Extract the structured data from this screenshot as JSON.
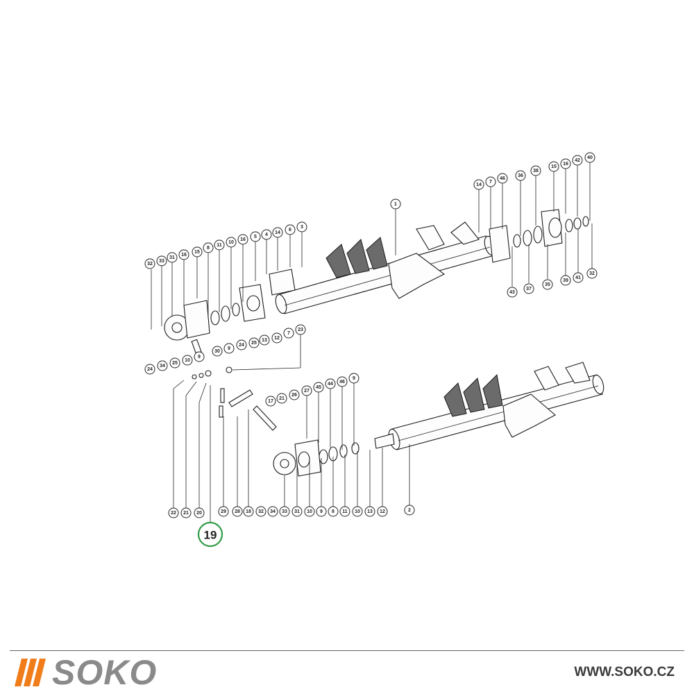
{
  "brand": {
    "name": "SOKO",
    "url": "WWW.SOKO.CZ",
    "accent_color": "#f07d1a",
    "text_color": "#8a8a8a"
  },
  "highlight": {
    "label": "19",
    "color": "#2f9b45"
  },
  "callouts": [
    {
      "id": "c1",
      "label": "1"
    },
    {
      "id": "c14a",
      "label": "14"
    },
    {
      "id": "c7a",
      "label": "7"
    },
    {
      "id": "c46a",
      "label": "46"
    },
    {
      "id": "c36",
      "label": "36"
    },
    {
      "id": "c38",
      "label": "38"
    },
    {
      "id": "c15a",
      "label": "15"
    },
    {
      "id": "c16a",
      "label": "16"
    },
    {
      "id": "c42",
      "label": "42"
    },
    {
      "id": "c40",
      "label": "40"
    },
    {
      "id": "c43",
      "label": "43"
    },
    {
      "id": "c37",
      "label": "37"
    },
    {
      "id": "c35",
      "label": "35"
    },
    {
      "id": "c39",
      "label": "39"
    },
    {
      "id": "c41",
      "label": "41"
    },
    {
      "id": "c32a",
      "label": "32"
    },
    {
      "id": "c3",
      "label": "3"
    },
    {
      "id": "c6",
      "label": "6"
    },
    {
      "id": "c14b",
      "label": "14"
    },
    {
      "id": "c4",
      "label": "4"
    },
    {
      "id": "c5",
      "label": "5"
    },
    {
      "id": "c16b",
      "label": "16"
    },
    {
      "id": "c10a",
      "label": "10"
    },
    {
      "id": "c11a",
      "label": "11"
    },
    {
      "id": "c8a",
      "label": "8"
    },
    {
      "id": "c15b",
      "label": "15"
    },
    {
      "id": "c16c",
      "label": "16"
    },
    {
      "id": "c31a",
      "label": "31"
    },
    {
      "id": "c33a",
      "label": "33"
    },
    {
      "id": "c32b",
      "label": "32"
    },
    {
      "id": "c13a",
      "label": "13"
    },
    {
      "id": "c12a",
      "label": "12"
    },
    {
      "id": "c7b",
      "label": "7"
    },
    {
      "id": "c23",
      "label": "23"
    },
    {
      "id": "c25a",
      "label": "25"
    },
    {
      "id": "c24a",
      "label": "24"
    },
    {
      "id": "c9a",
      "label": "9"
    },
    {
      "id": "c30",
      "label": "30"
    },
    {
      "id": "c9b",
      "label": "9"
    },
    {
      "id": "c10b",
      "label": "10"
    },
    {
      "id": "c34a",
      "label": "34"
    },
    {
      "id": "c25b",
      "label": "25"
    },
    {
      "id": "c24b",
      "label": "24"
    },
    {
      "id": "c17",
      "label": "17"
    },
    {
      "id": "c21a",
      "label": "21"
    },
    {
      "id": "c26",
      "label": "26"
    },
    {
      "id": "c27",
      "label": "27"
    },
    {
      "id": "c45",
      "label": "45"
    },
    {
      "id": "c44",
      "label": "44"
    },
    {
      "id": "c46b",
      "label": "46"
    },
    {
      "id": "c9c",
      "label": "9"
    },
    {
      "id": "c22",
      "label": "22"
    },
    {
      "id": "c21b",
      "label": "21"
    },
    {
      "id": "c20",
      "label": "20"
    },
    {
      "id": "c29",
      "label": "29"
    },
    {
      "id": "c28",
      "label": "28"
    },
    {
      "id": "c18",
      "label": "18"
    },
    {
      "id": "c32c",
      "label": "32"
    },
    {
      "id": "c34b",
      "label": "34"
    },
    {
      "id": "c33b",
      "label": "33"
    },
    {
      "id": "c31b",
      "label": "31"
    },
    {
      "id": "c10c",
      "label": "10"
    },
    {
      "id": "c9d",
      "label": "9"
    },
    {
      "id": "c8b",
      "label": "8"
    },
    {
      "id": "c11b",
      "label": "11"
    },
    {
      "id": "c10d",
      "label": "10"
    },
    {
      "id": "c13b",
      "label": "13"
    },
    {
      "id": "c12b",
      "label": "12"
    },
    {
      "id": "c2",
      "label": "2"
    }
  ]
}
